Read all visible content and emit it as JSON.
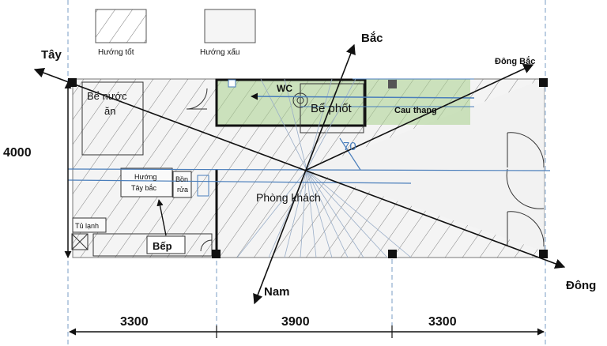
{
  "legend": {
    "good_label": "Hướng tốt",
    "bad_label": "Hướng xấu"
  },
  "compass": {
    "north": "Bắc",
    "south": "Nam",
    "west": "Tây",
    "east": "Đông",
    "northeast": "Đông Bắc"
  },
  "rooms": {
    "water_tank_line1": "Bể nước",
    "water_tank_line2": "ăn",
    "wc": "WC",
    "septic_tank": "Bể phốt",
    "stairs": "Cau thang",
    "living_room": "Phòng khách",
    "kitchen_dir_line1": "Hướng",
    "kitchen_dir_line2": "Tây bắc",
    "sink_line1": "Bồn",
    "sink_line2": "rửa",
    "fridge": "Tủ lạnh",
    "kitchen": "Bếp"
  },
  "angle_label": "70",
  "dimensions": {
    "height": "4000",
    "bay1": "3300",
    "bay2": "3900",
    "bay3": "3300"
  },
  "colors": {
    "hatch": "#555555",
    "good_green": "#a9d18e",
    "axis_blue": "#4a7ebb"
  }
}
